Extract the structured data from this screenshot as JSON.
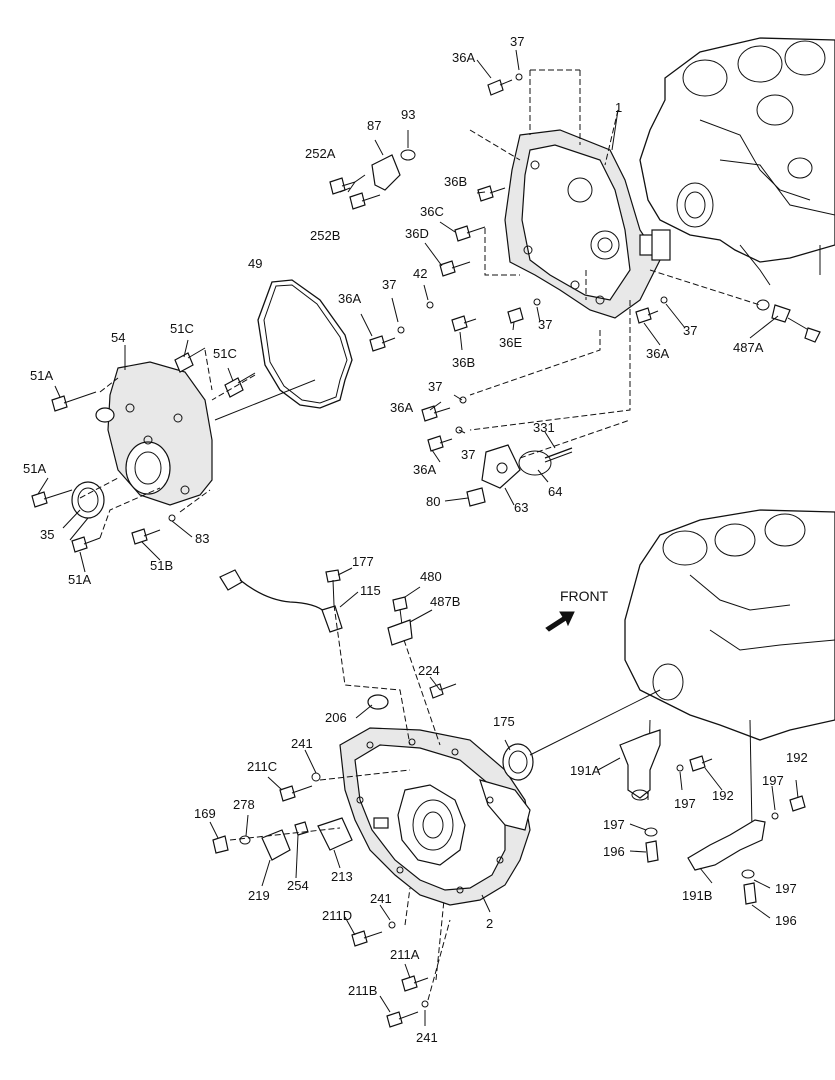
{
  "labels": {
    "l37a": "37",
    "l36a_top": "36A",
    "l1": "1",
    "l93": "93",
    "l87": "87",
    "l252a": "252A",
    "l252b": "252B",
    "l36b_top": "36B",
    "l36c": "36C",
    "l36d": "36D",
    "l42": "42",
    "l49": "49",
    "l37b": "37",
    "l36a_mid": "36A",
    "l36e": "36E",
    "l37c": "37",
    "l36b_mid": "36B",
    "l37d": "37",
    "l36a_right": "36A",
    "l487a": "487A",
    "l54": "54",
    "l51c_top": "51C",
    "l51c_mid": "51C",
    "l51a_top": "51A",
    "l51a_mid": "51A",
    "l37e": "37",
    "l36a_low1": "36A",
    "l331": "331",
    "l36a_low2": "36A",
    "l37f": "37",
    "l64": "64",
    "l80": "80",
    "l63": "63",
    "l35": "35",
    "l83": "83",
    "l51a_bot": "51A",
    "l51b": "51B",
    "l177": "177",
    "l115": "115",
    "l480": "480",
    "l487b": "487B",
    "l224": "224",
    "l206": "206",
    "l175": "175",
    "l241a": "241",
    "l211c": "211C",
    "l169": "169",
    "l278": "278",
    "l219": "219",
    "l254": "254",
    "l213": "213",
    "l211d": "211D",
    "l241b": "241",
    "l2": "2",
    "l211a": "211A",
    "l211b": "211B",
    "l241c": "241",
    "l191a": "191A",
    "l197a": "197",
    "l192a": "192",
    "l192b": "192",
    "l197b": "197",
    "l197c": "197",
    "l196a": "196",
    "l191b": "191B",
    "l197d": "197",
    "l196b": "196"
  },
  "front_label": "FRONT",
  "icons": {
    "front_arrow": "arrow-up-right-icon"
  }
}
